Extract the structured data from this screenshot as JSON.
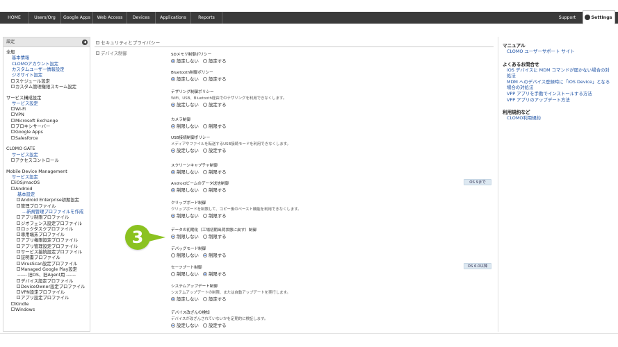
{
  "nav": {
    "items": [
      "HOME",
      "Users/Org",
      "Google Apps",
      "Web Access",
      "Devices",
      "Applications",
      "Reports"
    ],
    "support": "Support",
    "settings": "Settings"
  },
  "sidebar": {
    "header": "設定",
    "lines": [
      {
        "t": "全般",
        "k": "sec",
        "i": 0
      },
      {
        "t": "基本情報",
        "k": "link",
        "i": 1
      },
      {
        "t": "CLOMOアカウント設定",
        "k": "link",
        "i": 1
      },
      {
        "t": "カスタムユーザー情報設定",
        "k": "link",
        "i": 1
      },
      {
        "t": "ジオサイト設定",
        "k": "link",
        "i": 1
      },
      {
        "t": "スケジュール設定",
        "k": "plain",
        "i": 1,
        "x": true
      },
      {
        "t": "カスタム管理権限スキーム設定",
        "k": "plain",
        "i": 1,
        "x": true
      },
      {
        "t": "",
        "k": "gap"
      },
      {
        "t": "サービス構成設定",
        "k": "sec",
        "i": 0
      },
      {
        "t": "サービス設定",
        "k": "link",
        "i": 1
      },
      {
        "t": "Wi-Fi",
        "k": "plain",
        "i": 1,
        "x": true
      },
      {
        "t": "VPN",
        "k": "plain",
        "i": 1,
        "x": true
      },
      {
        "t": "Microsoft Exchange",
        "k": "plain",
        "i": 1,
        "x": true
      },
      {
        "t": "プロキシサーバー",
        "k": "plain",
        "i": 1,
        "x": true
      },
      {
        "t": "Google Apps",
        "k": "plain",
        "i": 1,
        "x": true
      },
      {
        "t": "Salesforce",
        "k": "plain",
        "i": 1,
        "x": true
      },
      {
        "t": "",
        "k": "gap"
      },
      {
        "t": "CLOMO GATE",
        "k": "sec",
        "i": 0
      },
      {
        "t": "サービス設定",
        "k": "link",
        "i": 1
      },
      {
        "t": "アクセスコントロール",
        "k": "plain",
        "i": 1,
        "x": true
      },
      {
        "t": "",
        "k": "gap"
      },
      {
        "t": "Mobile Device Management",
        "k": "sec",
        "i": 0
      },
      {
        "t": "サービス設定",
        "k": "link",
        "i": 1
      },
      {
        "t": "iOS/macOS",
        "k": "plain",
        "i": 1,
        "x": true
      },
      {
        "t": "Android",
        "k": "plain",
        "i": 1,
        "x": true
      },
      {
        "t": "基本設定",
        "k": "link",
        "i": 2
      },
      {
        "t": "Android Enterprise初期設定",
        "k": "plain",
        "i": 2,
        "x": true
      },
      {
        "t": "管理プロファイル",
        "k": "plain",
        "i": 2,
        "x": true
      },
      {
        "t": "新規管理プロファイルを作成",
        "k": "link",
        "i": 3,
        "d": true
      },
      {
        "t": "アプリ制限プロファイル",
        "k": "plain",
        "i": 2,
        "x": true
      },
      {
        "t": "ジオフェンス設定プロファイル",
        "k": "plain",
        "i": 2,
        "x": true
      },
      {
        "t": "ロックタスクプロファイル",
        "k": "plain",
        "i": 2,
        "x": true
      },
      {
        "t": "専用端末プロファイル",
        "k": "plain",
        "i": 2,
        "x": true
      },
      {
        "t": "アプリ権限設定プロファイル",
        "k": "plain",
        "i": 2,
        "x": true
      },
      {
        "t": "アプリ管理設定プロファイル",
        "k": "plain",
        "i": 2,
        "x": true
      },
      {
        "t": "サービス接続設定プロファイル",
        "k": "plain",
        "i": 2,
        "x": true
      },
      {
        "t": "証明書プロファイル",
        "k": "plain",
        "i": 2,
        "x": true
      },
      {
        "t": "VirusScan設定プロファイル",
        "k": "plain",
        "i": 2,
        "x": true
      },
      {
        "t": "Managed Google Play設定",
        "k": "plain",
        "i": 2,
        "x": true
      },
      {
        "t": "------ 旧OS、旧Agent用 ------",
        "k": "plain",
        "i": 2
      },
      {
        "t": "デバイス設定プロファイル",
        "k": "plain",
        "i": 2,
        "x": true
      },
      {
        "t": "DeviceOwner設定プロファイル",
        "k": "plain",
        "i": 2,
        "x": true
      },
      {
        "t": "VPN設定プロファイル",
        "k": "plain",
        "i": 2,
        "x": true
      },
      {
        "t": "アプリ設定プロファイル",
        "k": "plain",
        "i": 2,
        "x": true
      },
      {
        "t": "Kindle",
        "k": "plain",
        "i": 1,
        "x": true
      },
      {
        "t": "Windows",
        "k": "plain",
        "i": 1,
        "x": true
      }
    ]
  },
  "main": {
    "header": "セキュリティとプライバシー",
    "section": "デバイス制御",
    "policies": [
      {
        "title": "SDメモリ制御ポリシー",
        "desc": "",
        "options": [
          "設定しない",
          "設定する"
        ],
        "selected": 0,
        "badge": ""
      },
      {
        "title": "Bluetooth制御ポリシー",
        "desc": "",
        "options": [
          "設定しない",
          "設定する"
        ],
        "selected": 0,
        "badge": ""
      },
      {
        "title": "テザリング制御ポリシー",
        "desc": "WiFi、USB、Bluetooth経由でのテザリングを利用できなくします。",
        "options": [
          "設定しない",
          "設定する"
        ],
        "selected": 0,
        "badge": ""
      },
      {
        "title": "カメラ制御",
        "desc": "",
        "options": [
          "制限しない",
          "制限する"
        ],
        "selected": 0,
        "badge": ""
      },
      {
        "title": "USB接続制御ポリシー",
        "desc": "メディアやファイルを転送するUSB接続モードを利用できなくします。",
        "options": [
          "設定しない",
          "設定する"
        ],
        "selected": 0,
        "badge": ""
      },
      {
        "title": "スクリーンキャプチャ制御",
        "desc": "",
        "options": [
          "制限しない",
          "制限する"
        ],
        "selected": 0,
        "badge": ""
      },
      {
        "title": "Androidビームのデータ送信制御",
        "desc": "",
        "options": [
          "制限しない",
          "制限する"
        ],
        "selected": 0,
        "badge": "OS 9まで"
      },
      {
        "title": "クリップボード制御",
        "desc": "クリップボードを制限して、コピー後のペースト機能を利用できなくします。",
        "options": [
          "制限しない",
          "制限する"
        ],
        "selected": 0,
        "badge": ""
      },
      {
        "title": "データの初期化（工場初期出荷状態に戻す）制御",
        "desc": "",
        "options": [
          "制限しない",
          "制限する"
        ],
        "selected": 0,
        "badge": ""
      },
      {
        "title": "デバッグモード制御",
        "desc": "",
        "options": [
          "制限しない",
          "制限する"
        ],
        "selected": 1,
        "badge": ""
      },
      {
        "title": "セーフブート制御",
        "desc": "",
        "options": [
          "制限しない",
          "制限する"
        ],
        "selected": 1,
        "badge": "OS 6.0以降"
      },
      {
        "title": "システムアップデート制御",
        "desc": "システムアップデートの制限、または自動アップデートを実行します。",
        "options": [
          "設定しない",
          "設定する"
        ],
        "selected": 0,
        "badge": ""
      },
      {
        "title": "デバイス改ざんの検知",
        "desc": "デバイスが改ざんされていないかを定期的に検証します。",
        "options": [
          "設定しない",
          "設定する"
        ],
        "selected": 0,
        "badge": ""
      }
    ],
    "step": "3"
  },
  "right": {
    "sections": [
      {
        "title": "マニュアル",
        "links": [
          "CLOMO ユーザーサポート サイト"
        ]
      },
      {
        "title": "よくあるお問合せ",
        "links": [
          "iOS デバイスに MDM コマンドが届かない場合の対",
          "処法",
          "MDM へのデバイス登録時に「iOS Device」となる",
          "場合の対処法",
          "VPP アプリを手動でインストールする方法",
          "VPP アプリのアップデート方法"
        ]
      },
      {
        "title": "利用規約など",
        "links": [
          "CLOMO利用規約"
        ]
      }
    ]
  },
  "colors": {
    "nav_bg": "#3a3a3a",
    "link": "#1a4fa3",
    "accent": "#8bc220",
    "badge_bg": "#dde8f1"
  }
}
